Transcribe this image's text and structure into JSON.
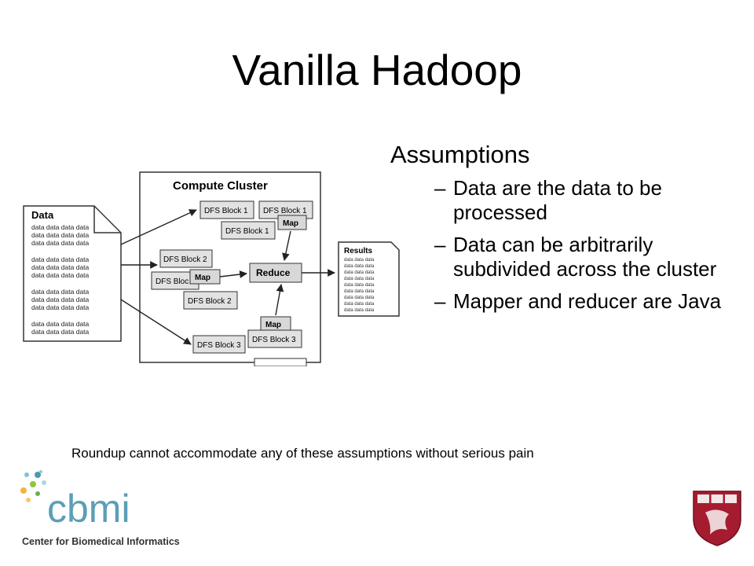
{
  "slide": {
    "title": "Vanilla Hadoop",
    "assumptions_heading": "Assumptions",
    "bullets": [
      {
        "marker": "–",
        "text": "Data are the data to be processed"
      },
      {
        "marker": "–",
        "text": "Data can be arbitrarily subdivided across the cluster"
      },
      {
        "marker": "–",
        "text": "Mapper and reducer are Java"
      }
    ],
    "footnote": "Roundup cannot accommodate any of these assumptions without serious pain"
  },
  "diagram": {
    "data_doc_label": "Data",
    "data_line": "data data data data",
    "cluster_title": "Compute Cluster",
    "dfs_block_1": "DFS Block 1",
    "dfs_block_2": "DFS Block 2",
    "dfs_block_3": "DFS Block 3",
    "dfs_block_2_partial": "DFS Bloc",
    "map_label": "Map",
    "reduce_label": "Reduce",
    "results_label": "Results",
    "results_line": "data data data"
  },
  "logo": {
    "wordmark": "cbmi",
    "tagline": "Center for Biomedical Informatics"
  },
  "colors": {
    "box_fill": "#e2e2e2",
    "accent_teal": "#4a9ab1",
    "accent_green": "#8dc63f",
    "crimson": "#a51c30"
  },
  "icons": [
    "data-document-icon",
    "results-document-icon",
    "harvard-shield-icon",
    "cbmi-dots-icon"
  ]
}
